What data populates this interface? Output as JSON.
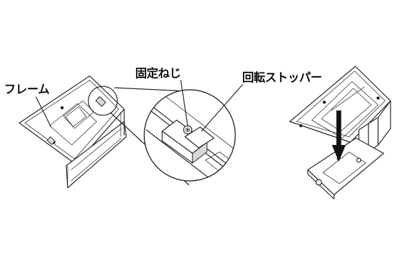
{
  "labels": {
    "frame": "フレーム",
    "fixing_screw": "固定ねじ",
    "rotation_stopper": "回転ストッパー"
  },
  "colors": {
    "line": "#222222",
    "background": "#ffffff",
    "arrow": "#111111"
  }
}
